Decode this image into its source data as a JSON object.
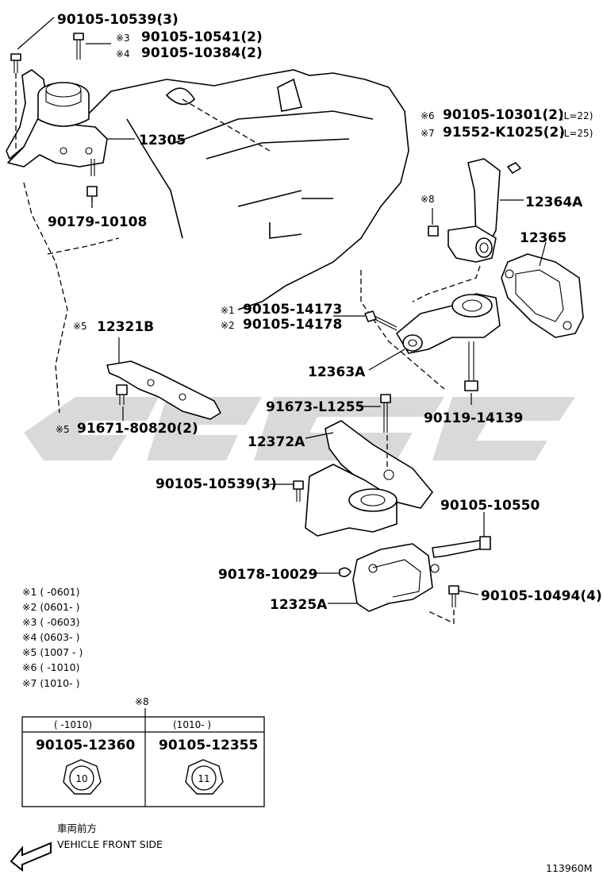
{
  "diagram_code": "113960M",
  "direction": {
    "line1": "車両前方",
    "line2": "VEHICLE FRONT SIDE"
  },
  "callouts": {
    "bolt_top_a": "90105-10539(3)",
    "bolt_top_b_mark": "※3",
    "bolt_top_b": "90105-10541(2)",
    "bolt_top_c_mark": "※4",
    "bolt_top_c": "90105-10384(2)",
    "mount_right": "12305",
    "nut_right": "90179-10108",
    "bolt_upper_a_mark": "※6",
    "bolt_upper_a": "90105-10301(2)",
    "bolt_upper_a_note": "(L=22)",
    "bolt_upper_b_mark": "※7",
    "bolt_upper_b": "91552-K1025(2)",
    "bolt_upper_b_note": "(L=25)",
    "mark8_small": "※8",
    "bracket_rear": "12364A",
    "insulator_rear": "12365",
    "bolt_rod_a_mark": "※1",
    "bolt_rod_a": "90105-14173",
    "bolt_rod_b_mark": "※2",
    "bolt_rod_b": "90105-14178",
    "rod_rear": "12363A",
    "bolt_rod_lower": "90119-14139",
    "bracket_front_mark": "※5",
    "bracket_front": "12321B",
    "bolt_front_mark": "※5",
    "bolt_front": "91671-80820(2)",
    "bolt_trans": "91673-L1255",
    "mount_trans": "12372A",
    "bolt_trans_b": "90105-10539(3)",
    "bolt_long": "90105-10550",
    "nut_trans": "90178-10029",
    "bracket_trans": "12325A",
    "bolt_trans_c": "90105-10494(4)"
  },
  "notes": [
    "※1 (      -0601)",
    "※2 (0601-      )",
    "※3 (      -0603)",
    "※4 (0603-      )",
    "※5 (1007 -     )",
    "※6 (      -1010)",
    "※7 (1010-     )"
  ],
  "table": {
    "mark": "※8",
    "columns": [
      {
        "period": "(   -1010)",
        "part": "90105-12360",
        "size": "10"
      },
      {
        "period": "(1010-    )",
        "part": "90105-12355",
        "size": "11"
      }
    ]
  }
}
